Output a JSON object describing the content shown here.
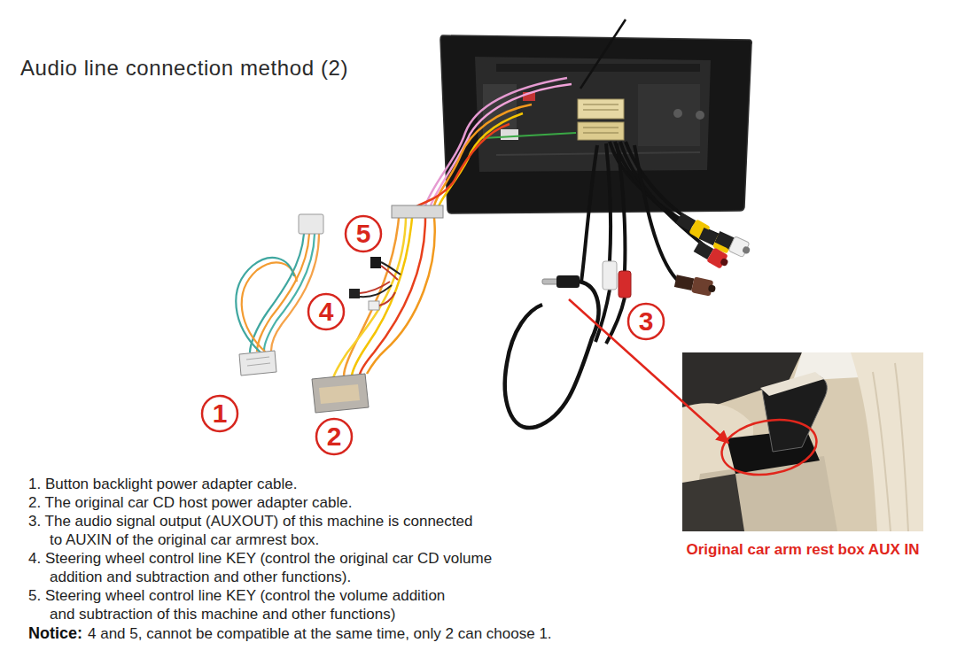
{
  "diagram": {
    "title": "Audio line connection method (2)",
    "nodes": [
      {
        "text": [
          "5"
        ]
      },
      {
        "text": [
          "4"
        ]
      },
      {
        "text": [
          "3"
        ]
      },
      {
        "text": [
          "1"
        ]
      },
      {
        "text": [
          "2"
        ]
      },
      {
        "text": [
          "Original car arm rest box AUX IN"
        ]
      }
    ],
    "labels": [
      "1. Button backlight power adapter cable.",
      "2. The original car CD host power adapter cable.",
      "3. The audio signal output (AUXOUT) of this machine is connected to AUXIN of the original car armrest box.",
      "4. Steering wheel control line KEY (control the original car CD volume addition and subtraction and other functions).",
      "5. Steering wheel control line KEY (control the volume addition and subtraction of this machine and other functions)",
      "Notice:",
      "4 and 5, cannot be compatible at the same time, only 2 can choose 1."
    ]
  }
}
